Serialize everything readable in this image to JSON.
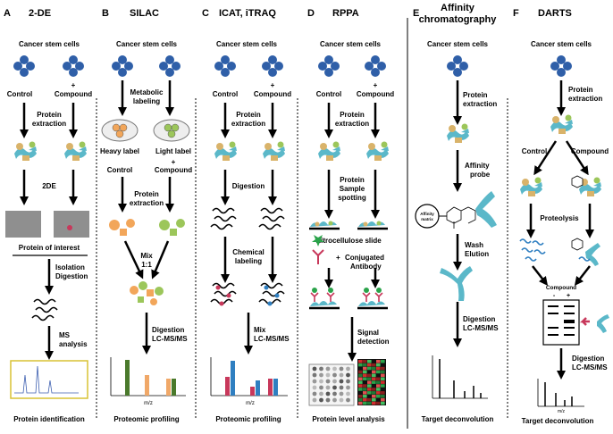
{
  "panels": {
    "A": {
      "letter": "A",
      "title": "2-DE",
      "top": "Cancer stem cells",
      "control": "Control",
      "plus": "+",
      "compound": "Compound",
      "s1": "Protein",
      "s1b": "extraction",
      "s2": "2DE",
      "poi": "Protein of interest",
      "s3": "Isolation",
      "s3b": "Digestion",
      "s4": "MS",
      "s4b": "analysis",
      "foot": "Protein identification"
    },
    "B": {
      "letter": "B",
      "title": "SILAC",
      "top": "Cancer stem cells",
      "s1": "Metabolic",
      "s1b": "labeling",
      "heavy": "Heavy label",
      "light": "Light label",
      "plus": "+",
      "control": "Control",
      "compound": "Compound",
      "s2": "Protein",
      "s2b": "extraction",
      "mix": "Mix",
      "mixb": "1:1",
      "s3": "Digestion",
      "s3b": "LC-MS/MS",
      "axis": "m/z",
      "foot": "Proteomic profiling"
    },
    "C": {
      "letter": "C",
      "title": "ICAT, iTRAQ",
      "top": "Cancer stem cells",
      "control": "Control",
      "plus": "+",
      "compound": "Compound",
      "s1": "Protein",
      "s1b": "extraction",
      "s2": "Digestion",
      "s3": "Chemical",
      "s3b": "labeling",
      "s4": "Mix",
      "s4b": "LC-MS/MS",
      "axis": "m/z",
      "foot": "Proteomic profiling"
    },
    "D": {
      "letter": "D",
      "title": "RPPA",
      "top": "Cancer stem cells",
      "control": "Control",
      "plus": "+",
      "compound": "Compound",
      "s1": "Protein",
      "s1b": "extraction",
      "s2": "Protein",
      "s2b": "Sample",
      "s2c": "spotting",
      "slide": "Nitrocellulose slide",
      "s3": "Conjugated",
      "s3b": "Antibody",
      "s4": "Signal",
      "s4b": "detection",
      "foot": "Protein level analysis"
    },
    "E": {
      "letter": "E",
      "title": "Affinity",
      "title2": "chromatography",
      "top": "Cancer stem cells",
      "s1": "Protein",
      "s1b": "extraction",
      "s2": "Affinity",
      "s2b": "probe",
      "matrix": "Affinity",
      "matrixb": "matrix",
      "s3": "Wash",
      "s3b": "Elution",
      "s4": "Digestion",
      "s4b": "LC-MS/MS",
      "foot": "Target deconvolution"
    },
    "F": {
      "letter": "F",
      "title": "DARTS",
      "top": "Cancer stem cells",
      "s1": "Protein",
      "s1b": "extraction",
      "control": "Control",
      "compound": "Compound",
      "s2": "Proteolysis",
      "gel": "Compound",
      "minus": "-",
      "gplus": "+",
      "s3": "Digestion",
      "s3b": "LC-MS/MS",
      "axis": "m/z",
      "foot": "Target deconvolution"
    }
  },
  "colors": {
    "cell": "#2f5fa8",
    "protein_teal": "#5bb8c9",
    "protein_tan": "#d9b36a",
    "protein_green": "#9cc65a",
    "heavy": "#f2a65a",
    "bar_green": "#4a7a2c",
    "bar_orange": "#f0a868",
    "bar_blue": "#2f7fc1",
    "arrow_red": "#c8385b"
  }
}
